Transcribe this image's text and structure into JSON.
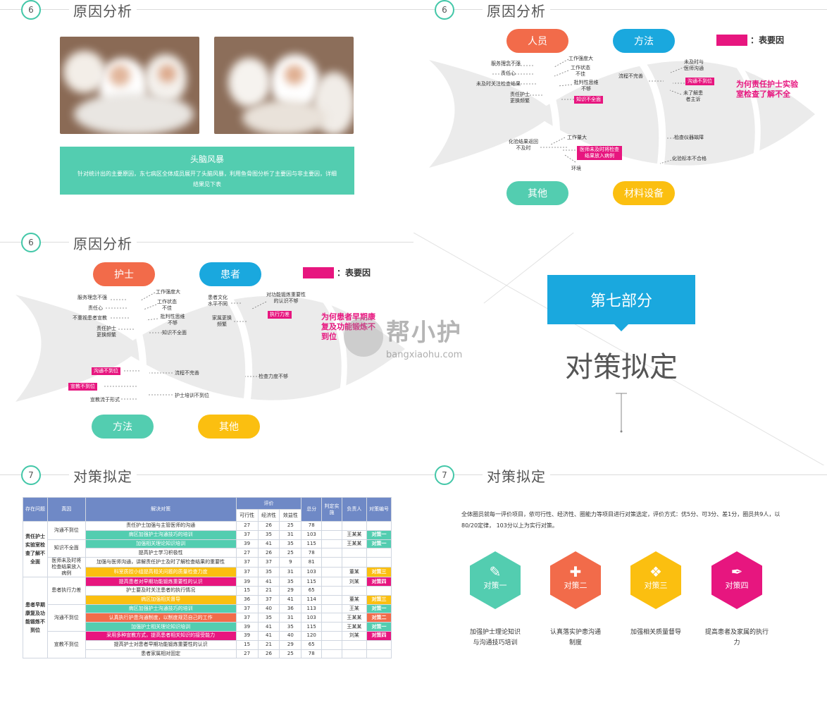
{
  "p1": {
    "num": "6",
    "title": "原因分析",
    "brainstorm_title": "头脑风暴",
    "brainstorm_desc": "针对统计出的主要原因，东七病区全体成员展开了头脑风暴，利用鱼骨图分析了主要因与非主要因，详细结果见下表"
  },
  "p2": {
    "num": "6",
    "title": "原因分析",
    "legend": "：表要因",
    "question": "为何责任护士实验室检查了解不全",
    "cats": {
      "a": "人员",
      "b": "方法",
      "c": "其他",
      "d": "材料设备"
    },
    "labels": {
      "a1": "服务理念不强",
      "a2": "责任心",
      "a3": "未及时关注检查结果",
      "a4": "责任护士更换频繁",
      "a5": "工作强度大",
      "a6": "工作状态不佳",
      "a7": "批判性思维不够",
      "a8": "知识不全面",
      "b1": "流程不完善",
      "b2": "未及时与医师沟通",
      "b3": "沟通不到位",
      "b4": "未了解患者主诉",
      "c1": "化验结果返回不及时",
      "c2": "工作量大",
      "c3": "医师未及时将检查结果放入病例",
      "c4": "环境",
      "d1": "检查仪器故障",
      "d2": "化验标本不合格"
    }
  },
  "p3": {
    "num": "6",
    "title": "原因分析",
    "legend": "：表要因",
    "question": "为何患者早期康复及功能锻炼不到位",
    "cats": {
      "a": "护士",
      "b": "患者",
      "c": "方法",
      "d": "其他"
    },
    "labels": {
      "a1": "服务理念不强",
      "a2": "责任心",
      "a3": "不重视患者宣教",
      "a4": "责任护士更换频繁",
      "a5": "工作强度大",
      "a6": "工作状态不佳",
      "a7": "批判性思维不够",
      "a8": "知识不全面",
      "b1": "患者文化水平不同",
      "b2": "家属更换频繁",
      "b3": "对功能锻炼重要性的认识不够",
      "b4": "执行力差",
      "c1": "沟通不到位",
      "c2": "宣教不到位",
      "c3": "宣教流于形式",
      "c4": "流程不完善",
      "c5": "护士培训不到位",
      "d1": "检查力度不够"
    }
  },
  "p4": {
    "section": "第七部分",
    "title": "对策拟定"
  },
  "watermark": {
    "text": "帮小护",
    "url": "bangxiaohu.com"
  },
  "p5": {
    "num": "7",
    "title": "对策拟定",
    "head": {
      "problem": "存在问题",
      "cause": "真因",
      "measure": "解决对策",
      "eval": "评价",
      "feas": "可行性",
      "econ": "经济性",
      "eff": "效益性",
      "total": "总分",
      "judge": "判定实施",
      "owner": "负责人",
      "no": "对策编号"
    },
    "problems": [
      "责任护士实验室检查了解不全面",
      "患者早期康复及功能锻炼不到位"
    ],
    "causes": [
      "沟通不到位",
      "知识不全面",
      "医师未及时将检查结果放入病例",
      "患者执行力差",
      "沟通不到位",
      "宣教不到位"
    ],
    "rows": [
      {
        "m": "责任护士加强与主管医师的沟通",
        "a": "27",
        "b": "26",
        "c": "25",
        "t": "78",
        "o": "",
        "n": ""
      },
      {
        "m": "病区加强护士沟通技巧的培训",
        "a": "37",
        "b": "35",
        "c": "31",
        "t": "103",
        "o": "王某某",
        "n": "对策一"
      },
      {
        "m": "加强相关理论知识培训",
        "a": "39",
        "b": "41",
        "c": "35",
        "t": "115",
        "o": "王某某",
        "n": "对策一"
      },
      {
        "m": "提高护士学习积极性",
        "a": "27",
        "b": "26",
        "c": "25",
        "t": "78",
        "o": "",
        "n": ""
      },
      {
        "m": "加强与医师沟通，讲解责任护士及时了解检查结果的重要性",
        "a": "37",
        "b": "37",
        "c": "9",
        "t": "81",
        "o": "",
        "n": ""
      },
      {
        "m": "科室质控小组提高相关问题的质量检查力度",
        "a": "37",
        "b": "35",
        "c": "31",
        "t": "103",
        "o": "董某",
        "n": "对策三"
      },
      {
        "m": "提高患者对早期功能锻炼重要性的认识",
        "a": "39",
        "b": "41",
        "c": "35",
        "t": "115",
        "o": "刘某",
        "n": "对策四"
      },
      {
        "m": "护士要及时关注患者的执行情况",
        "a": "15",
        "b": "21",
        "c": "29",
        "t": "65",
        "o": "",
        "n": ""
      },
      {
        "m": "病区加强相关督导",
        "a": "36",
        "b": "37",
        "c": "41",
        "t": "114",
        "o": "董某",
        "n": "对策三"
      },
      {
        "m": "病区加强护士沟通技巧的培训",
        "a": "37",
        "b": "40",
        "c": "36",
        "t": "113",
        "o": "王某",
        "n": "对策一"
      },
      {
        "m": "认真执行护患沟通制度，以制度规范自己的工作",
        "a": "37",
        "b": "35",
        "c": "31",
        "t": "103",
        "o": "王某某",
        "n": "对策二"
      },
      {
        "m": "加强护士相关理论知识培训",
        "a": "39",
        "b": "41",
        "c": "35",
        "t": "115",
        "o": "王某某",
        "n": "对策一"
      },
      {
        "m": "采用多种宣教方式，提高患者相关知识的接受能力",
        "a": "39",
        "b": "41",
        "c": "40",
        "t": "120",
        "o": "刘某",
        "n": "对策四"
      },
      {
        "m": "提高护士对患者早期功能锻炼重要性的认识",
        "a": "15",
        "b": "21",
        "c": "29",
        "t": "65",
        "o": "",
        "n": ""
      },
      {
        "m": "患者家属相对固定",
        "a": "27",
        "b": "26",
        "c": "25",
        "t": "78",
        "o": "",
        "n": ""
      }
    ]
  },
  "p6": {
    "num": "7",
    "title": "对策拟定",
    "intro": "全体圈员就每一评价项目，依可行性、经济性、圈能力等项目进行对策选定，评价方式：优5分、可3分、差1分，圈员共9人，以80/20定律， 103分以上为实行对策。",
    "items": [
      {
        "label": "对策一",
        "desc": "加强护士理论知识与沟通技巧培训",
        "icon": "✎"
      },
      {
        "label": "对策二",
        "desc": "认真落实护患沟通制度",
        "icon": "✚"
      },
      {
        "label": "对策三",
        "desc": "加强相关质量督导",
        "icon": "❖"
      },
      {
        "label": "对策四",
        "desc": "提高患者及家属的执行力",
        "icon": "✒"
      }
    ],
    "colors": [
      "#53cdb0",
      "#f26b4a",
      "#fbbf10",
      "#e7167f"
    ]
  },
  "colors": {
    "teal": "#53cdb0",
    "orange": "#f26b4a",
    "blue": "#1aa8de",
    "yellow": "#fbbf10",
    "pink": "#e7167f",
    "tableHead": "#6f89c6"
  }
}
